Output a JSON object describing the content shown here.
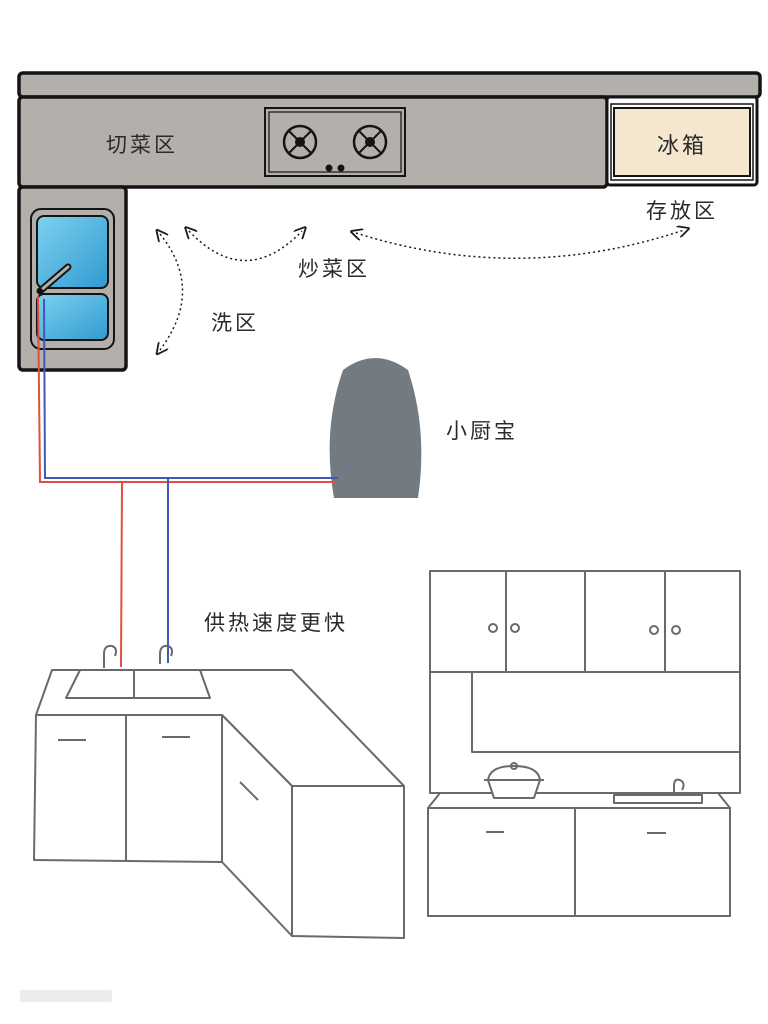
{
  "labels": {
    "prep_area": "切菜区",
    "fridge": "冰箱",
    "storage_area": "存放区",
    "cooking_area": "炒菜区",
    "washing_area": "洗区",
    "water_heater": "小厨宝",
    "faster_heat": "供热速度更快"
  },
  "colors": {
    "counter": "#b3b0ac",
    "fridge": "#f5e6cf",
    "sink_water": "#56b8e3",
    "water_heater": "#737b82",
    "hot_pipe": "#e0503f",
    "cold_pipe": "#3f5ab4"
  },
  "icons": [
    "stove-burner-icon",
    "faucet-icon",
    "pot-icon"
  ]
}
